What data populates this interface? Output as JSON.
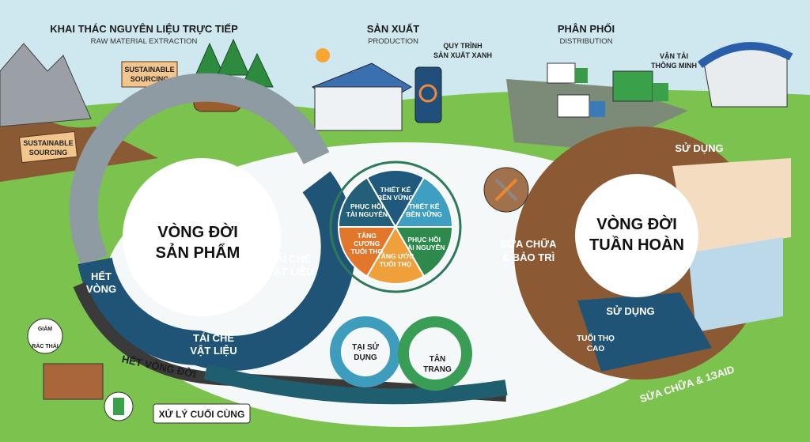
{
  "stages": {
    "extraction": {
      "title": "KHAI THÁC NGUYÊN LIỆU TRỰC TIẾP",
      "subtitle": "RAW MATERIAL EXTRACTION",
      "sign": [
        "SUSTAINABLE",
        "SOURCING"
      ]
    },
    "production": {
      "title": "SẢN XUẤT",
      "subtitle": "PRODUCTION",
      "note": [
        "QUY TRÌNH",
        "SẢN XUẤT XANH"
      ]
    },
    "distribution": {
      "title": "PHÂN PHỐI",
      "subtitle": "DISTRIBUTION",
      "note": [
        "VẬN TẢI",
        "THÔNG MINH"
      ]
    }
  },
  "product_cycle": {
    "title": [
      "VÒNG ĐỜI",
      "SẢN PHẨM"
    ],
    "recycle_right": [
      "TÁI CHẾ",
      "VẬT LIỆU"
    ],
    "end_loop": [
      "HẾT",
      "VÒNG"
    ],
    "recycle_bottom": [
      "TÁI CHẾ",
      "VẬT LIỆU"
    ],
    "end_of_life": "HẾT VÒNG ĐỜI",
    "reduce_waste": [
      "GIẢM",
      "RÁC THẢI"
    ],
    "final_disposal": "XỬ LÝ CUỐI CÙNG"
  },
  "center_wheel": {
    "segments": [
      {
        "label": [
          "THIẾT KẾ",
          "BỀN VỮNG"
        ],
        "color": "#1f5a7e"
      },
      {
        "label": [
          "THIẾT KẾ",
          "BỀN VỮNG"
        ],
        "color": "#3f9fc3"
      },
      {
        "label": [
          "PHỤC HỒI",
          "TÀI NGUYÊN"
        ],
        "color": "#2e8a4c"
      },
      {
        "label": [
          "TĂNG ƯỚC",
          "TUỔI THỌ"
        ],
        "color": "#f0a03a"
      },
      {
        "label": [
          "TĂNG",
          "CƯƠNG",
          "TUỔI THỌ"
        ],
        "color": "#e2772c"
      },
      {
        "label": [
          "PHỤC HỒI",
          "TÀI NGUYÊN"
        ],
        "color": "#245f7a"
      }
    ]
  },
  "loops": {
    "reuse": [
      "TẠI SỬ",
      "DỤNG"
    ],
    "refurbish": [
      "TÂN",
      "TRANG"
    ]
  },
  "circular_cycle": {
    "title": [
      "VÒNG ĐỜI",
      "TUẦN HOÀN"
    ],
    "use_top": "SỬ DỤNG",
    "repair": [
      "SỬA CHỮA",
      "& BẢO TRÌ"
    ],
    "use_bottom": "SỬ DỤNG",
    "longevity": [
      "TUỔI THỌ",
      "CAO"
    ],
    "repair_arc": "SỬA CHỮA & 1ЗAID"
  }
}
